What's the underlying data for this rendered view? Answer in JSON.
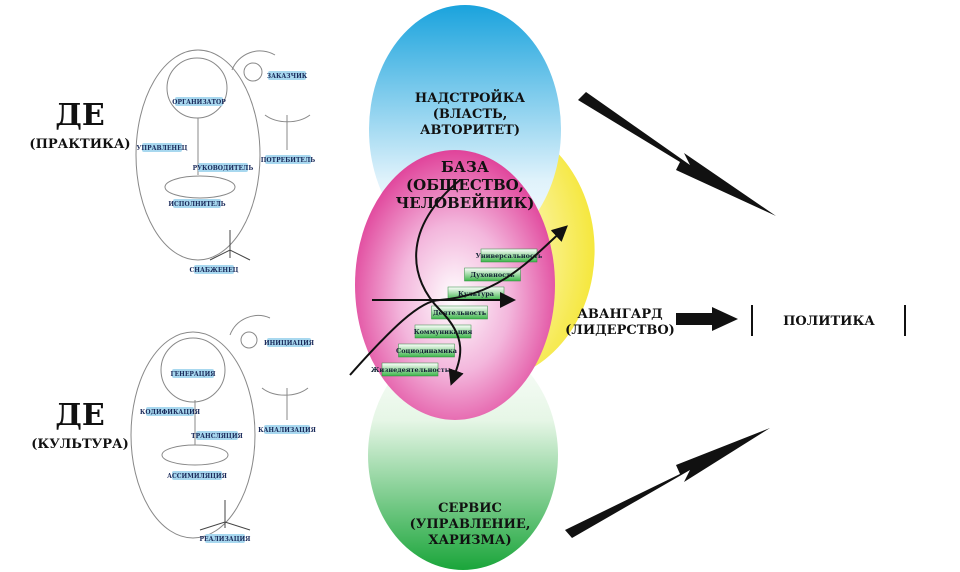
{
  "left_top": {
    "title": "ДЕ",
    "subtitle": "(ПРАКТИКА)",
    "roles": [
      "ОРГАНИЗАТОР",
      "ЗАКАЗЧИК",
      "УПРАВЛЕНЕЦ",
      "РУКОВОДИТЕЛЬ",
      "ПОТРЕБИТЕЛЬ",
      "ИСПОЛНИТЕЛЬ",
      "СНАБЖЕНЕЦ"
    ]
  },
  "left_bottom": {
    "title": "ДЕ",
    "subtitle": "(КУЛЬТУРА)",
    "roles": [
      "ГЕНЕРАЦИЯ",
      "ИНИЦИАЦИЯ",
      "КОДИФИКАЦИЯ",
      "ТРАНСЛЯЦИЯ",
      "КАНАЛИЗАЦИЯ",
      "АССИМИЛЯЦИЯ",
      "РЕАЛИЗАЦИЯ"
    ]
  },
  "center": {
    "top": [
      "НАДСТРОЙКА",
      "(ВЛАСТЬ,",
      "АВТОРИТЕТ)"
    ],
    "base": [
      "БАЗА",
      "(ОБЩЕСТВО,",
      "ЧЕЛОВЕЙНИК)"
    ],
    "avant": [
      "АВАНГАРД",
      "(ЛИДЕРСТВО)"
    ],
    "service": [
      "СЕРВИС",
      "(УПРАВЛЕНИЕ,",
      "ХАРИЗМА)"
    ],
    "steps": [
      "Жизнедеятельность",
      "Социодинамика",
      "Коммуникация",
      "Деятельность",
      "Культура",
      "Духовность",
      "Универсальность"
    ]
  },
  "politics": "ПОЛИТИКА",
  "colors": {
    "top": "#1aa3dd",
    "base": "#e0439a",
    "avant": "#f3e31a",
    "service": "#2bb24a",
    "step": "#3cb54a",
    "label_bg": "#a8d8ef"
  }
}
